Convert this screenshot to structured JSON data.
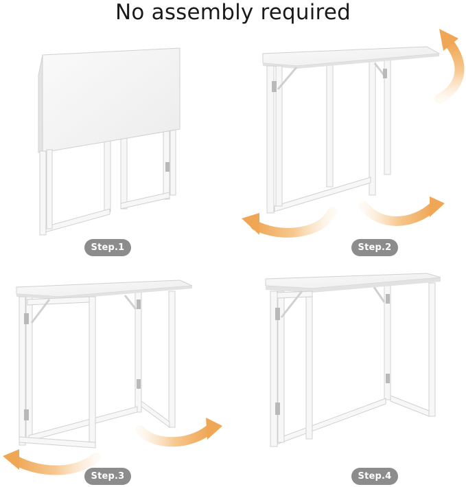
{
  "title": "No assembly required",
  "steps": [
    {
      "label": "Step.1"
    },
    {
      "label": "Step.2"
    },
    {
      "label": "Step.3"
    },
    {
      "label": "Step.4"
    }
  ],
  "colors": {
    "background": "#ffffff",
    "desk_top": "#f2f2f2",
    "frame": "#f7f7f7",
    "outline": "#d0d0d0",
    "hinge": "#b9b9b9",
    "arrow": "#f2b774",
    "pill": "#8c8c8c",
    "pill_text": "#ffffff",
    "title_text": "#1a1a1a"
  },
  "icons": [
    "fold-arrow-up-icon",
    "fold-arrow-left-icon",
    "fold-arrow-right-icon"
  ]
}
